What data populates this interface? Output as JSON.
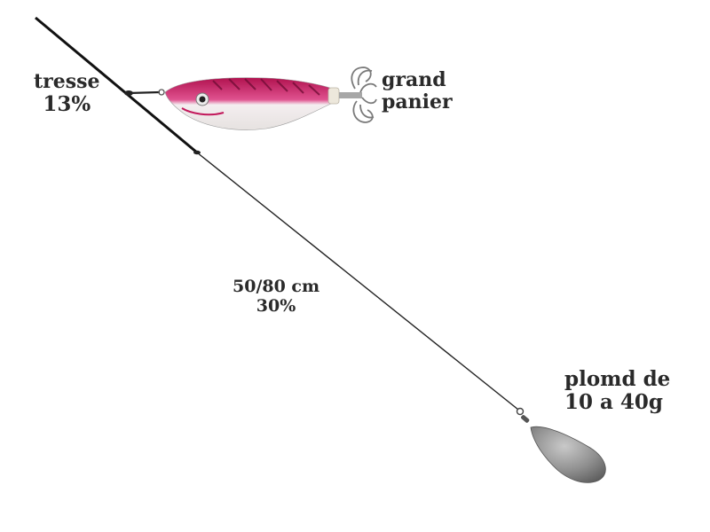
{
  "labels": {
    "tresse": {
      "line1": "tresse",
      "line2": "13%"
    },
    "panier": {
      "line1": "grand",
      "line2": "panier"
    },
    "length": {
      "line1": "50/80 cm",
      "line2": "30%"
    },
    "plomb": {
      "line1": "plomd de",
      "line2": "10 a 40g"
    }
  },
  "colors": {
    "line": "#1a1a1a",
    "lure_pink": "#c2185b",
    "lure_belly": "#f3f1ef",
    "lead": "#8c8c8c",
    "text": "#2a2a2a"
  }
}
